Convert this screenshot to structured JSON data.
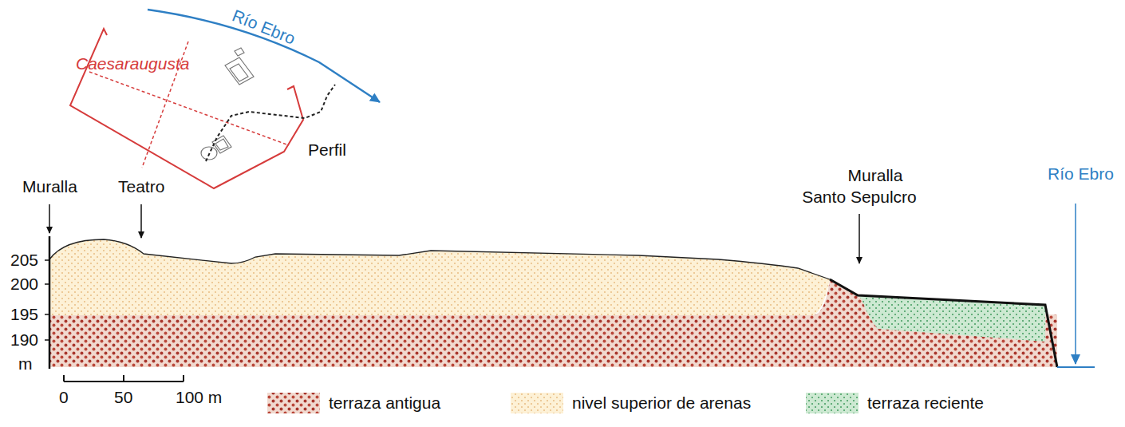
{
  "diagram": {
    "labels": [
      "Río Ebro",
      "Caesaraugusta",
      "Perfil",
      "Muralla",
      "Teatro",
      "Muralla Santo Sepulcro",
      "Río Ebro",
      "205",
      "200",
      "195",
      "190",
      "m",
      "0",
      "50",
      "100 m"
    ],
    "legend": [
      {
        "text": "terraza antigua"
      },
      {
        "text": "nivel superior de arenas"
      },
      {
        "text": "terraza reciente"
      }
    ]
  }
}
